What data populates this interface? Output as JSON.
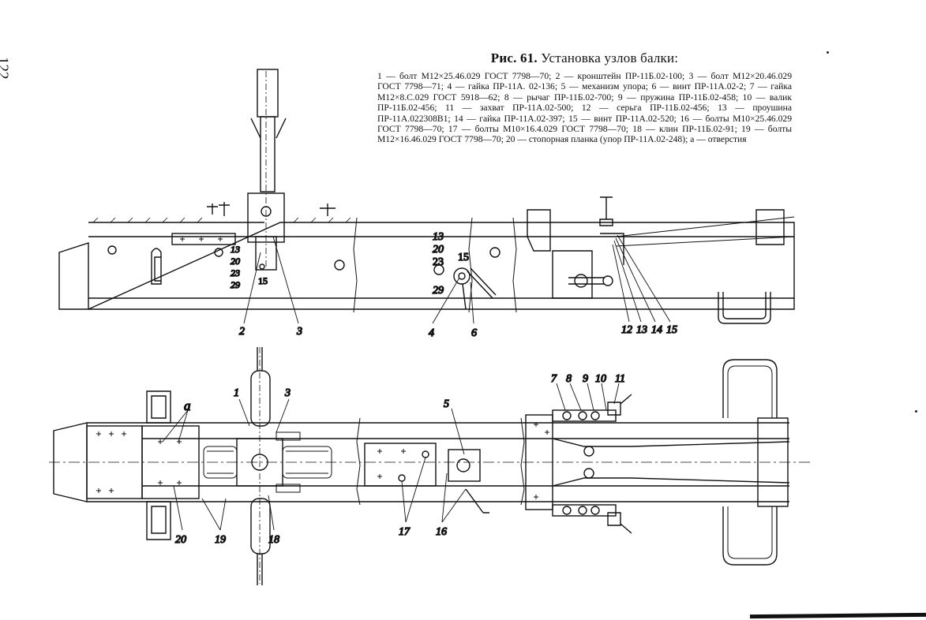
{
  "page": {
    "number": "122"
  },
  "figure": {
    "label": "Рис. 61.",
    "title": "Установка узлов балки:",
    "legend": "1 — болт М12×25.46.029 ГОСТ 7798—70; 2 — кронштейн ПР-11Б.02-100; 3 — болт М12×20.46.029 ГОСТ 7798—71; 4 — гайка ПР-11А. 02-136; 5 — механизм упора; 6 — винт ПР-11А.02-2; 7 — гайка М12×8.С.029 ГОСТ 5918—62; 8 — рычаг ПР-11Б.02-700; 9 — пружина ПР-11Б.02-458; 10 — валик ПР-11Б.02-456; 11 — захват ПР-11А.02-500; 12 — серьга ПР-11Б.02-456; 13 — проушина ПР-11А.022308В1; 14 — гайка ПР-11А.02-397; 15 — винт ПР-11А.02-520; 16 — болты М10×25.46.029 ГОСТ 7798—70; 17 — болты М10×16.4.029 ГОСТ 7798—70; 18 — клин ПР-11Б.02-91; 19 — болты М12×16.46.029 ГОСТ 7798—70; 20 — стопорная планка (упор ПР-11А.02-248); а — отверстия"
  },
  "side_view": {
    "callouts_left_stack": [
      "13",
      "20",
      "23",
      "29"
    ],
    "callout_left_15": "15",
    "callouts_mid_stack": [
      "13",
      "20",
      "23",
      "29"
    ],
    "callout_mid_15": "15",
    "bottom_callouts": [
      "2",
      "3",
      "4",
      "6",
      "12",
      "13",
      "14",
      "15"
    ]
  },
  "plan_view": {
    "top_callouts": [
      "1",
      "3",
      "5",
      "7",
      "8",
      "9",
      "10",
      "11"
    ],
    "hole_label": "а",
    "bottom_callouts": [
      "20",
      "19",
      "18",
      "17",
      "16"
    ]
  }
}
